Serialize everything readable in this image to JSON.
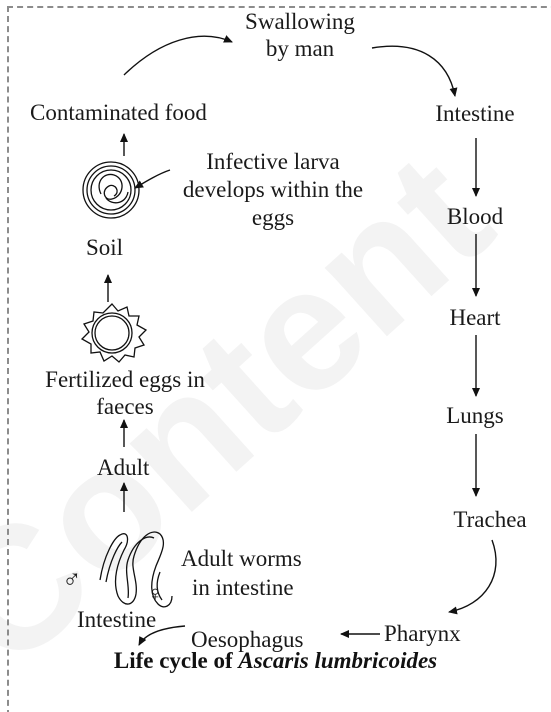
{
  "diagram": {
    "title_plain": "Life cycle of ",
    "title_species": "Ascaris lumbricoides",
    "watermark": "Content",
    "nodes": {
      "swallowing_line1": "Swallowing",
      "swallowing_line2": "by man",
      "contaminated_food": "Contaminated food",
      "intestine_right": "Intestine",
      "blood": "Blood",
      "heart": "Heart",
      "lungs": "Lungs",
      "trachea": "Trachea",
      "pharynx": "Pharynx",
      "oesophagus": "Oesophagus",
      "intestine_left": "Intestine",
      "adult": "Adult",
      "fertilized_line1": "Fertilized eggs in",
      "fertilized_line2": "faeces",
      "soil": "Soil",
      "infective_line1": "Infective larva",
      "infective_line2": "develops within the",
      "infective_line3": "eggs",
      "adult_worms_line1": "Adult worms",
      "adult_worms_line2": "in intestine",
      "male_symbol": "♂",
      "female_symbol": "♀"
    }
  }
}
